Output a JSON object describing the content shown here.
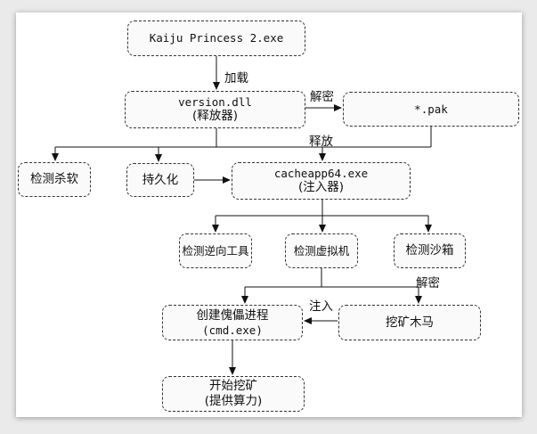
{
  "diagram": {
    "nodes": {
      "kaiju": {
        "label": "Kaiju Princess 2.exe"
      },
      "version": {
        "label": "version.dll",
        "sublabel": "(释放器)"
      },
      "pak": {
        "label": "*.pak"
      },
      "av": {
        "label": "检测杀软"
      },
      "persist": {
        "label": "持久化"
      },
      "cacheapp": {
        "label": "cacheapp64.exe",
        "sublabel": "(注入器)"
      },
      "revtools": {
        "label": "检测逆向工具"
      },
      "vm": {
        "label": "检测虚拟机"
      },
      "sandbox": {
        "label": "检测沙箱"
      },
      "puppet": {
        "label": "创建傀儡进程",
        "sublabel": "(cmd.exe)"
      },
      "miner": {
        "label": "挖矿木马"
      },
      "mining": {
        "label": "开始挖矿",
        "sublabel": "(提供算力)"
      }
    },
    "edge_labels": {
      "load": "加载",
      "decrypt_pak": "解密",
      "drop": "释放",
      "decrypt_miner": "解密",
      "inject": "注入"
    },
    "colors": {
      "outer_bg": "#eaeaea",
      "page_bg": "#ffffff",
      "line": "#111111",
      "node_border": "#333333",
      "node_fill": "#fafafa"
    }
  }
}
